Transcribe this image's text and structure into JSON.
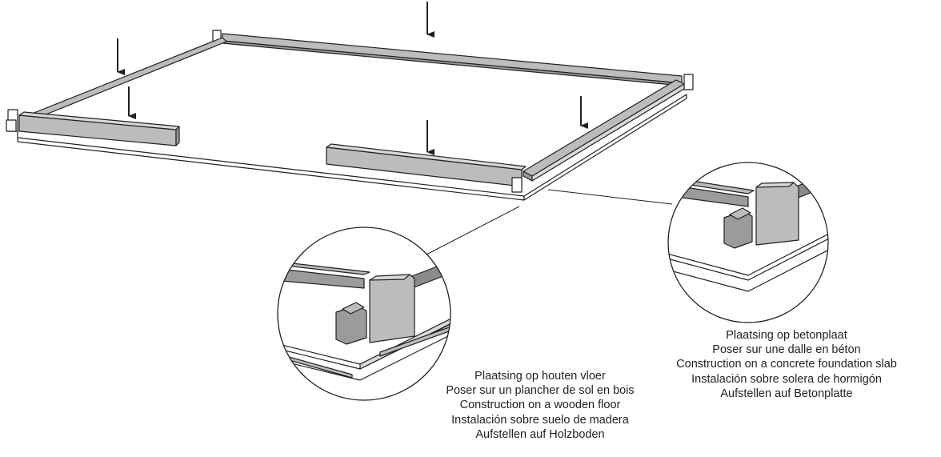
{
  "colors": {
    "beam_fill": "#bdbcbc",
    "beam_dark": "#9c9b9b",
    "line": "#231f20",
    "background": "#ffffff"
  },
  "icons": [
    "down-arrow-icon"
  ],
  "captions": {
    "wooden_floor": [
      "Plaatsing op houten vloer",
      "Poser sur un plancher de sol en bois",
      "Construction on a wooden floor",
      "Instalación sobre suelo de madera",
      "Aufstellen auf Holzboden"
    ],
    "concrete_slab": [
      "Plaatsing op betonplaat",
      "Poser sur une dalle en béton",
      "Construction on a concrete foundation slab",
      "Instalación sobre solera de hormigón",
      "Aufstellen auf Betonplatte"
    ]
  }
}
